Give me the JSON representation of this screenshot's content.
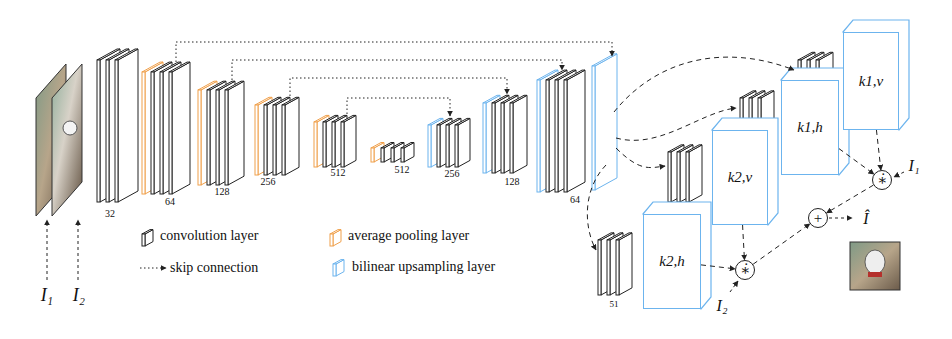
{
  "diagram": {
    "nodes": [
      {
        "text": [
          "k1,v"
        ]
      },
      {
        "text": [
          "k1,h"
        ]
      },
      {
        "text": [
          "k2,v"
        ]
      },
      {
        "text": [
          "k2,h"
        ]
      },
      {
        "text": [
          "∗̇"
        ]
      },
      {
        "text": [
          "∗̇"
        ]
      },
      {
        "text": [
          "+"
        ]
      }
    ],
    "edges": [
      {
        "from": 0,
        "to": 4,
        "arrow": "to"
      },
      {
        "from": 1,
        "to": 4,
        "arrow": "to"
      },
      {
        "from": 2,
        "to": 5,
        "arrow": "to"
      },
      {
        "from": 3,
        "to": 5,
        "arrow": "to"
      },
      {
        "from": 4,
        "to": 6,
        "arrow": "to"
      },
      {
        "from": 5,
        "to": 6,
        "arrow": "to"
      }
    ],
    "labels": [
      "32",
      "64",
      "128",
      "256",
      "512",
      "512",
      "256",
      "128",
      "64",
      "51",
      "I₁",
      "I₂",
      "I₁",
      "I₂",
      "Î"
    ],
    "legend": [
      {
        "text": "convolution layer"
      },
      {
        "text": "average pooling layer"
      },
      {
        "text": "skip connection"
      },
      {
        "text": "bilinear upsampling layer"
      }
    ]
  }
}
